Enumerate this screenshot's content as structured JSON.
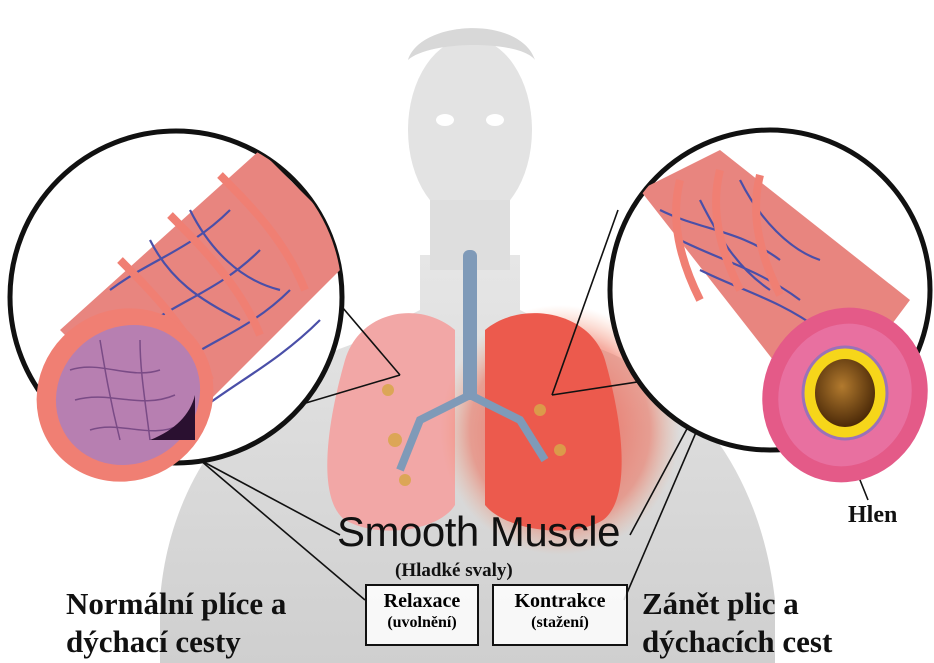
{
  "labels": {
    "smooth_muscle": "Smooth Muscle",
    "smooth_muscle_cz": "(Hladké svaly)",
    "normal_line1": "Normální plíce a",
    "normal_line2": "dýchací cesty",
    "inflamed_line1": "Zánět plic a",
    "inflamed_line2": "dýchacích cest",
    "mucus": "Hlen",
    "relaxation": "Relaxace",
    "relaxation_cz": "(uvolnění)",
    "contraction": "Kontrakce",
    "contraction_cz": "(stažení)"
  },
  "colors": {
    "skin": "#dcdcdc",
    "lung_normal": "#f2a7a6",
    "lung_inflamed": "#ec4f45",
    "airway_wall": "#e8857f",
    "airway_rim": "#f07f73",
    "vessels": "#4a4fa8",
    "mucus": "#f6d61a",
    "lumen": "#6a3f10"
  }
}
